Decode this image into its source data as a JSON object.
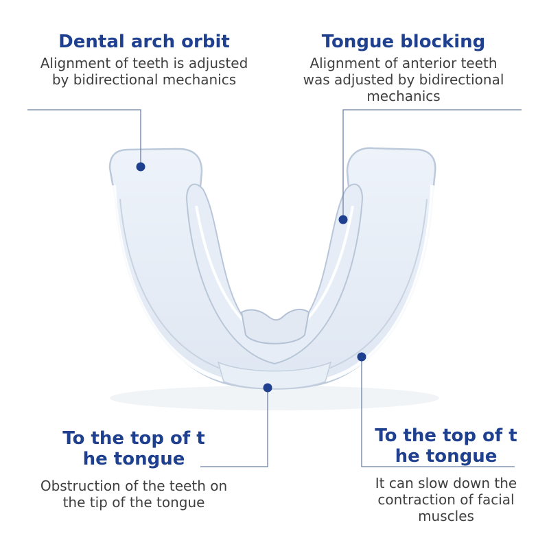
{
  "callouts": [
    {
      "title": "Dental arch orbit",
      "description": "Alignment of teeth is adjusted\nby bidirectional mechanics"
    },
    {
      "title": "Tongue blocking",
      "description": "Alignment of anterior teeth\nwas adjusted by bidirectional\nmechanics"
    },
    {
      "title": "To the top of t\nhe tongue",
      "description": "Obstruction of the teeth on\nthe tip of the tongue"
    },
    {
      "title": "To the top of t\nhe tongue",
      "description": "It can slow down the\ncontraction of facial\nmuscles"
    }
  ],
  "colors": {
    "title": "#1f3f8f",
    "marker": "#1f3f8f",
    "leader_line": "#6a7fa8",
    "description": "#3f3f3f"
  }
}
